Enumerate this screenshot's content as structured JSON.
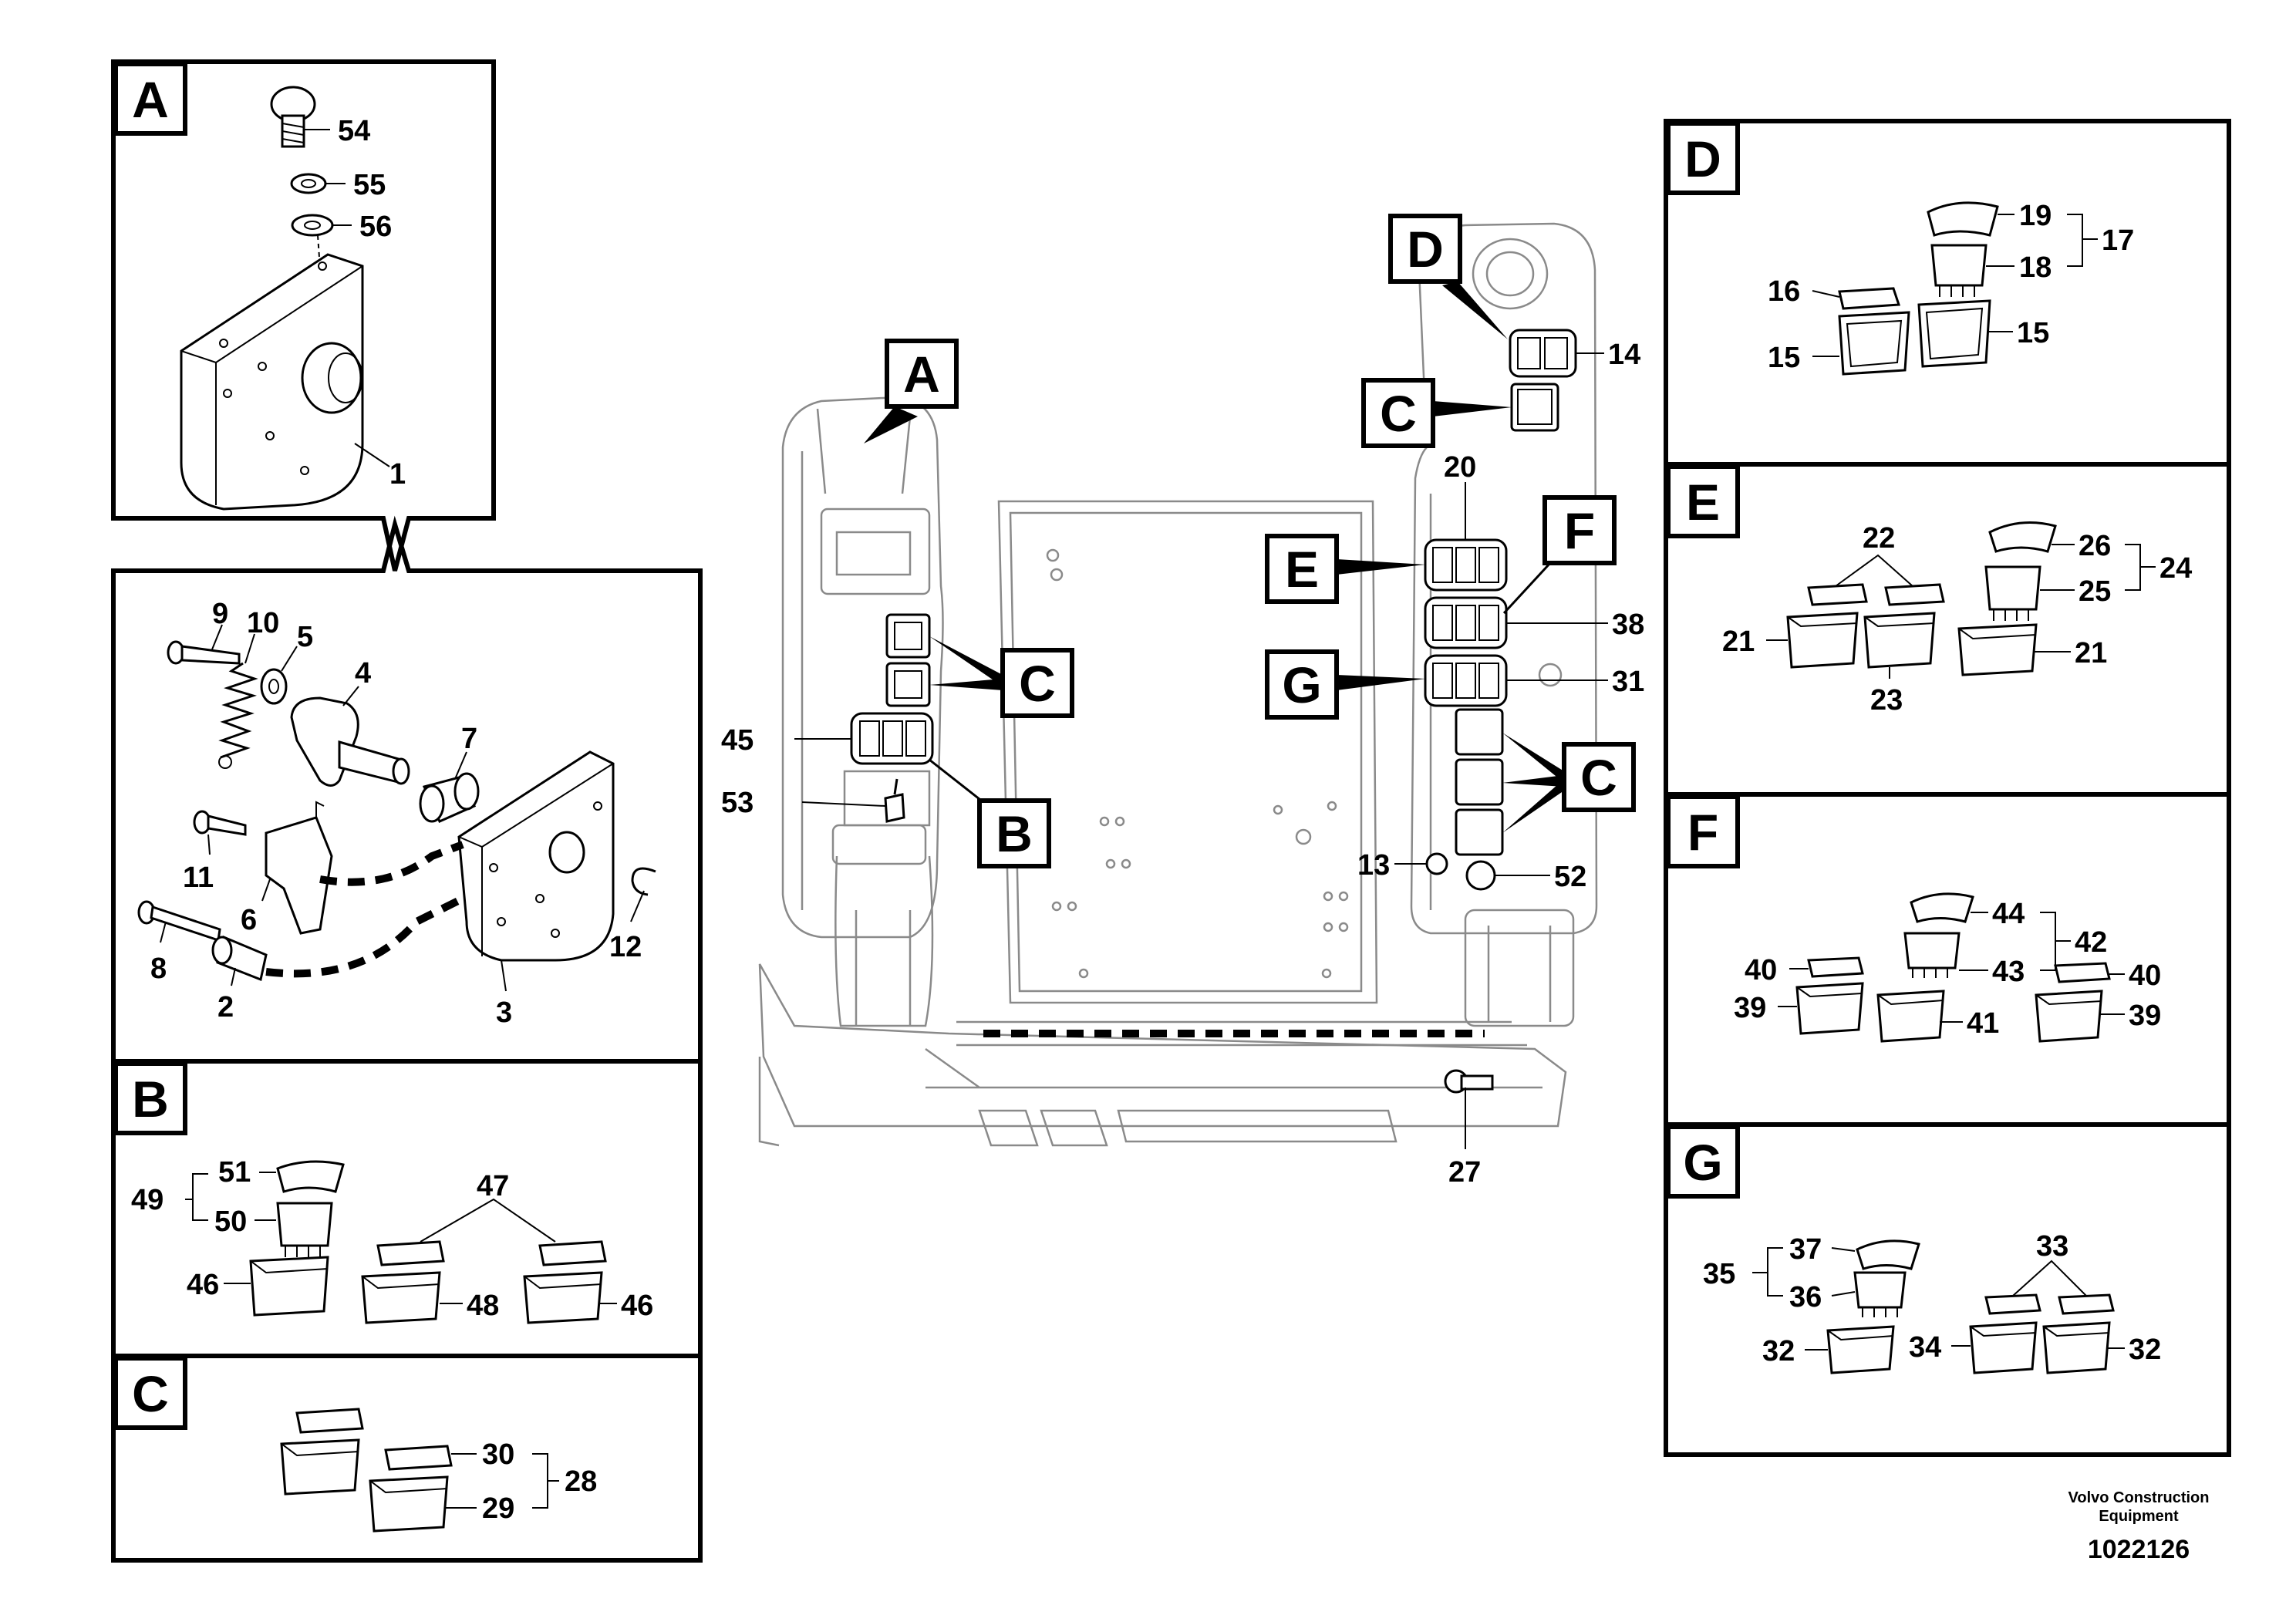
{
  "panels": {
    "A": {
      "letter": "A",
      "callouts": {
        "c54": "54",
        "c55": "55",
        "c56": "56",
        "c1": "1"
      }
    },
    "detail": {
      "callouts": {
        "c9": "9",
        "c10": "10",
        "c5": "5",
        "c4": "4",
        "c7": "7",
        "c11": "11",
        "c6": "6",
        "c8": "8",
        "c2": "2",
        "c3": "3",
        "c12": "12"
      }
    },
    "B": {
      "letter": "B",
      "callouts": {
        "c51": "51",
        "c49": "49",
        "c50": "50",
        "c46a": "46",
        "c47": "47",
        "c48": "48",
        "c46b": "46"
      }
    },
    "C": {
      "letter": "C",
      "callouts": {
        "c30": "30",
        "c29": "29",
        "c28": "28"
      }
    },
    "D": {
      "letter": "D",
      "callouts": {
        "c19": "19",
        "c17": "17",
        "c18": "18",
        "c16": "16",
        "c15a": "15",
        "c15b": "15"
      }
    },
    "E": {
      "letter": "E",
      "callouts": {
        "c22": "22",
        "c26": "26",
        "c24": "24",
        "c25": "25",
        "c21a": "21",
        "c21b": "21",
        "c23": "23"
      }
    },
    "F": {
      "letter": "F",
      "callouts": {
        "c44": "44",
        "c42": "42",
        "c40a": "40",
        "c43": "43",
        "c40b": "40",
        "c39a": "39",
        "c41": "41",
        "c39b": "39"
      }
    },
    "G": {
      "letter": "G",
      "callouts": {
        "c37": "37",
        "c33": "33",
        "c35": "35",
        "c36": "36",
        "c32a": "32",
        "c34": "34",
        "c32b": "32"
      }
    }
  },
  "main": {
    "labels": {
      "A": "A",
      "B": "B",
      "C1": "C",
      "C2": "C",
      "C3": "C",
      "D": "D",
      "E": "E",
      "F": "F",
      "G": "G"
    },
    "callouts": {
      "c45": "45",
      "c53": "53",
      "c14": "14",
      "c20": "20",
      "c38": "38",
      "c31": "31",
      "c13": "13",
      "c52": "52",
      "c27": "27"
    }
  },
  "footer": {
    "company_line1": "Volvo Construction",
    "company_line2": "Equipment",
    "drawing_number": "1022126"
  }
}
